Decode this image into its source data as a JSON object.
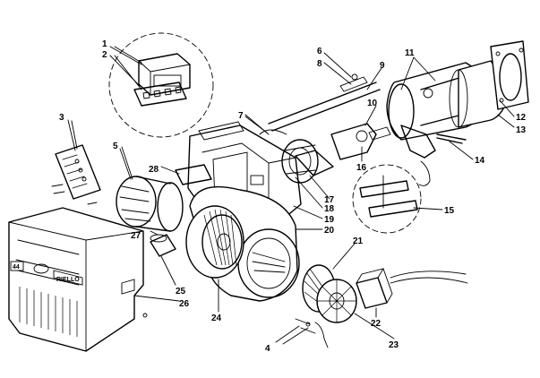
{
  "figure": {
    "labels": {
      "l1": "1",
      "l2": "2",
      "l3": "3",
      "l4": "4",
      "l5": "5",
      "l6": "6",
      "l7": "7",
      "l8": "8",
      "l9": "9",
      "l10": "10",
      "l11": "11",
      "l12": "12",
      "l13": "13",
      "l14": "14",
      "l15": "15",
      "l16": "16",
      "l17": "17",
      "l18": "18",
      "l19": "19",
      "l20": "20",
      "l21": "21",
      "l22": "22",
      "l23": "23",
      "l24": "24",
      "l25": "25",
      "l26": "26",
      "l27": "27",
      "l28": "28"
    },
    "cover_badge": "44",
    "brand": "RIELLO"
  },
  "colors": {
    "ink": "#000000",
    "paper": "#ffffff"
  }
}
